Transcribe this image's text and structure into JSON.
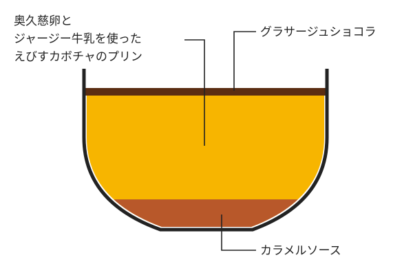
{
  "layers": {
    "glacage": {
      "label": "グラサージュショコラ",
      "color": "#5b2d12"
    },
    "pudding": {
      "label_lines": [
        "奥久慈卵と",
        "ジャージー牛乳を使った",
        "えびすカボチャのプリン"
      ],
      "color": "#f7b500"
    },
    "caramel": {
      "label": "カラメルソース",
      "color": "#b8582a"
    }
  },
  "outline_color": "#222222"
}
